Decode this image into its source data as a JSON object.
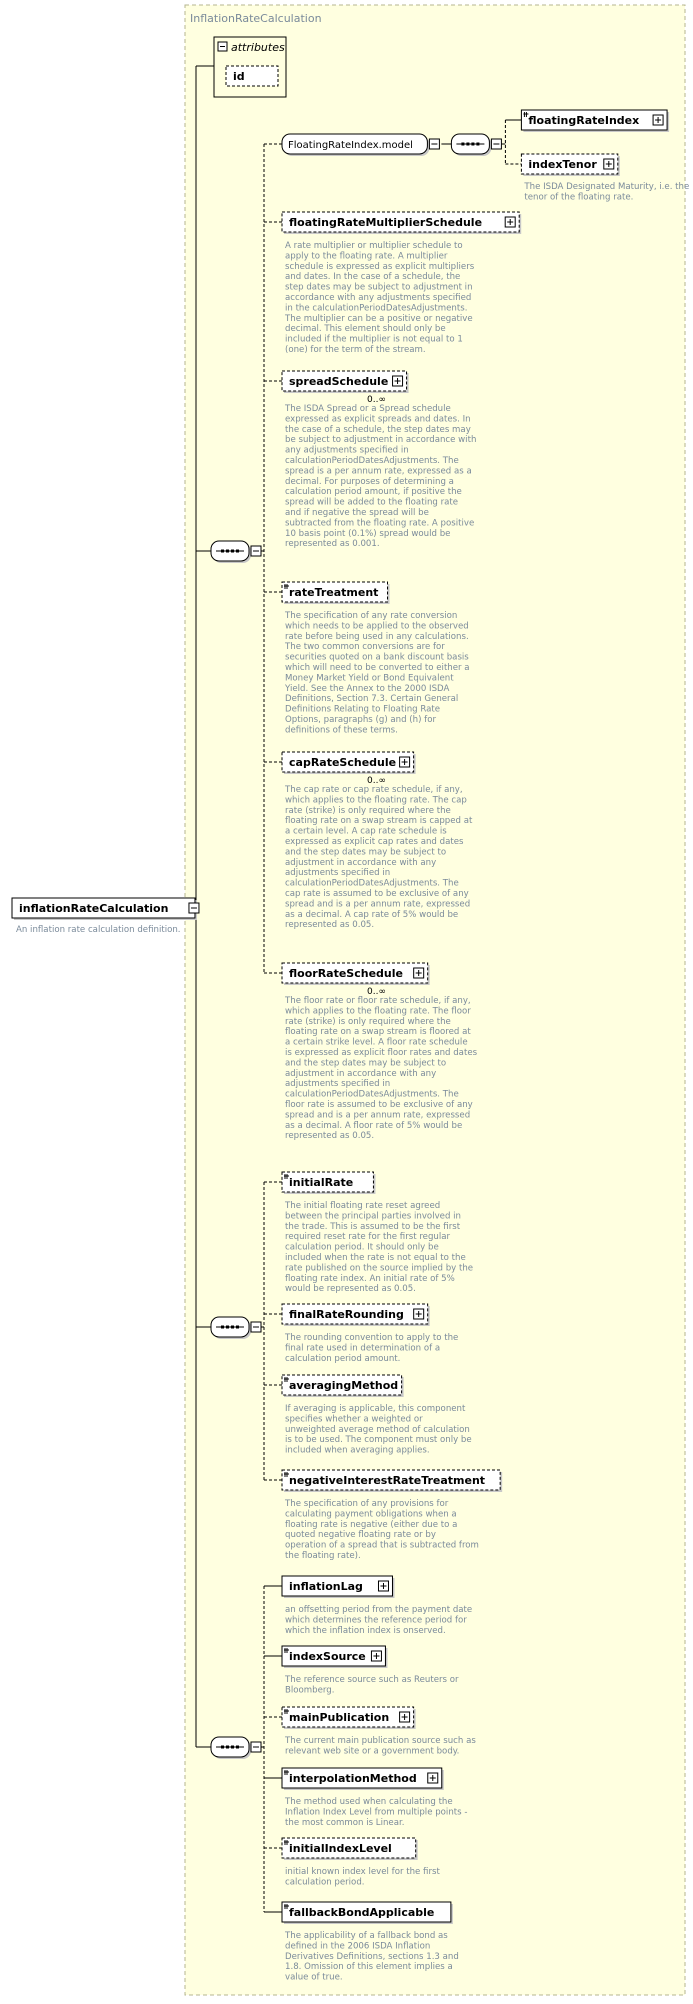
{
  "complex_type": {
    "title": "InflationRateCalculation"
  },
  "attributes": {
    "header": "attributes",
    "items": [
      "id"
    ]
  },
  "root": {
    "name": "inflationRateCalculation",
    "doc": [
      "An inflation rate calculation definition."
    ]
  },
  "model_group": {
    "name": "FloatingRateIndex.model"
  },
  "model_elements": [
    {
      "name": "floatingRateIndex",
      "doc": []
    },
    {
      "name": "indexTenor",
      "doc": [
        "The ISDA Designated Maturity, i.e. the",
        "tenor of the floating rate."
      ]
    }
  ],
  "elements": [
    {
      "name": "floatingRateMultiplierSchedule",
      "card": "",
      "doc": [
        "A rate multiplier or multiplier schedule to",
        "apply to the floating rate. A multiplier",
        "schedule is expressed as explicit multipliers",
        "and dates. In the case of a schedule, the",
        "step dates may be subject to adjustment in",
        "accordance with any adjustments specified",
        "in the calculationPeriodDatesAdjustments.",
        "The multiplier can be a positive or negative",
        "decimal. This element should only be",
        "included if the multiplier is not equal to 1",
        "(one) for the term of the stream."
      ]
    },
    {
      "name": "spreadSchedule",
      "card": "0..∞",
      "doc": [
        "The ISDA Spread or a Spread schedule",
        "expressed as explicit spreads and dates. In",
        "the case of a schedule, the step dates may",
        "be subject to adjustment in accordance with",
        "any adjustments specified in",
        "calculationPeriodDatesAdjustments. The",
        "spread is a per annum rate, expressed as a",
        "decimal. For purposes of determining a",
        "calculation period amount, if positive the",
        "spread will be added to the floating rate",
        "and if negative the spread will be",
        "subtracted from the floating rate. A positive",
        "10 basis point (0.1%) spread would be",
        "represented as 0.001."
      ]
    },
    {
      "name": "rateTreatment",
      "card": "",
      "doc": [
        "The specification of any rate conversion",
        "which needs to be applied to the observed",
        "rate before being used in any calculations.",
        "The two common conversions are for",
        "securities quoted on a bank discount basis",
        "which will need to be converted to either a",
        "Money Market Yield or Bond Equivalent",
        "Yield. See the Annex to the 2000 ISDA",
        "Definitions, Section 7.3. Certain General",
        "Definitions Relating to Floating Rate",
        "Options, paragraphs (g) and (h) for",
        "definitions of these terms."
      ]
    },
    {
      "name": "capRateSchedule",
      "card": "0..∞",
      "doc": [
        "The cap rate or cap rate schedule, if any,",
        "which applies to the floating rate. The cap",
        "rate (strike) is only required where the",
        "floating rate on a swap stream is capped at",
        "a certain level. A cap rate schedule is",
        "expressed as explicit cap rates and dates",
        "and the step dates may be subject to",
        "adjustment in accordance with any",
        "adjustments specified in",
        "calculationPeriodDatesAdjustments. The",
        "cap rate is assumed to be exclusive of any",
        "spread and is a per annum rate, expressed",
        "as a decimal. A cap rate of 5% would be",
        "represented as 0.05."
      ]
    },
    {
      "name": "floorRateSchedule",
      "card": "0..∞",
      "doc": [
        "The floor rate or floor rate schedule, if any,",
        "which applies to the floating rate. The floor",
        "rate (strike) is only required where the",
        "floating rate on a swap stream is floored at",
        "a certain strike level. A floor rate schedule",
        "is expressed as explicit floor rates and dates",
        "and the step dates may be subject to",
        "adjustment in accordance with any",
        "adjustments specified in",
        "calculationPeriodDatesAdjustments. The",
        "floor rate is assumed to be exclusive of any",
        "spread and is a per annum rate, expressed",
        "as a decimal. A floor rate of 5% would be",
        "represented as 0.05."
      ]
    },
    {
      "name": "initialRate",
      "card": "",
      "doc": [
        "The initial floating rate reset agreed",
        "between the principal parties involved in",
        "the trade. This is assumed to be the first",
        "required reset rate for the first regular",
        "calculation period. It should only be",
        "included when the rate is not equal to the",
        "rate published on the source implied by the",
        "floating rate index. An initial rate of 5%",
        "would be represented as 0.05."
      ]
    },
    {
      "name": "finalRateRounding",
      "card": "",
      "doc": [
        "The rounding convention to apply to the",
        "final rate used in determination of a",
        "calculation period amount."
      ]
    },
    {
      "name": "averagingMethod",
      "card": "",
      "doc": [
        "If averaging is applicable, this component",
        "specifies whether a weighted or",
        "unweighted average method of calculation",
        "is to be used. The component must only be",
        "included when averaging applies."
      ]
    },
    {
      "name": "negativeInterestRateTreatment",
      "card": "",
      "doc": [
        "The specification of any provisions for",
        "calculating payment obligations when a",
        "floating rate is negative (either due to a",
        "quoted negative floating rate or by",
        "operation of a spread that is subtracted from",
        "the floating rate)."
      ]
    },
    {
      "name": "inflationLag",
      "card": "",
      "doc": [
        "an offsetting period from the payment date",
        "which determines the reference period for",
        "which the inflation index is onserved."
      ]
    },
    {
      "name": "indexSource",
      "card": "",
      "doc": [
        "The reference source such as Reuters or",
        "Bloomberg."
      ]
    },
    {
      "name": "mainPublication",
      "card": "",
      "doc": [
        "The current main publication source such as",
        "relevant web site or a government body."
      ]
    },
    {
      "name": "interpolationMethod",
      "card": "",
      "doc": [
        "The method used when calculating the",
        "Inflation Index Level from multiple points -",
        "the most common is Linear."
      ]
    },
    {
      "name": "initialIndexLevel",
      "card": "",
      "doc": [
        "initial known index level for the first",
        "calculation period."
      ]
    },
    {
      "name": "fallbackBondApplicable",
      "card": "",
      "doc": [
        "The applicability of a fallback bond as",
        "defined in the 2006 ISDA Inflation",
        "Derivatives Definitions, sections 1.3 and",
        "1.8. Omission of this element implies a",
        "value of true."
      ]
    }
  ],
  "colors": {
    "container_fill": "#ffffe0",
    "container_border": "#b5b58f",
    "line": "#000000",
    "doc_text": "#7a8a9a"
  }
}
